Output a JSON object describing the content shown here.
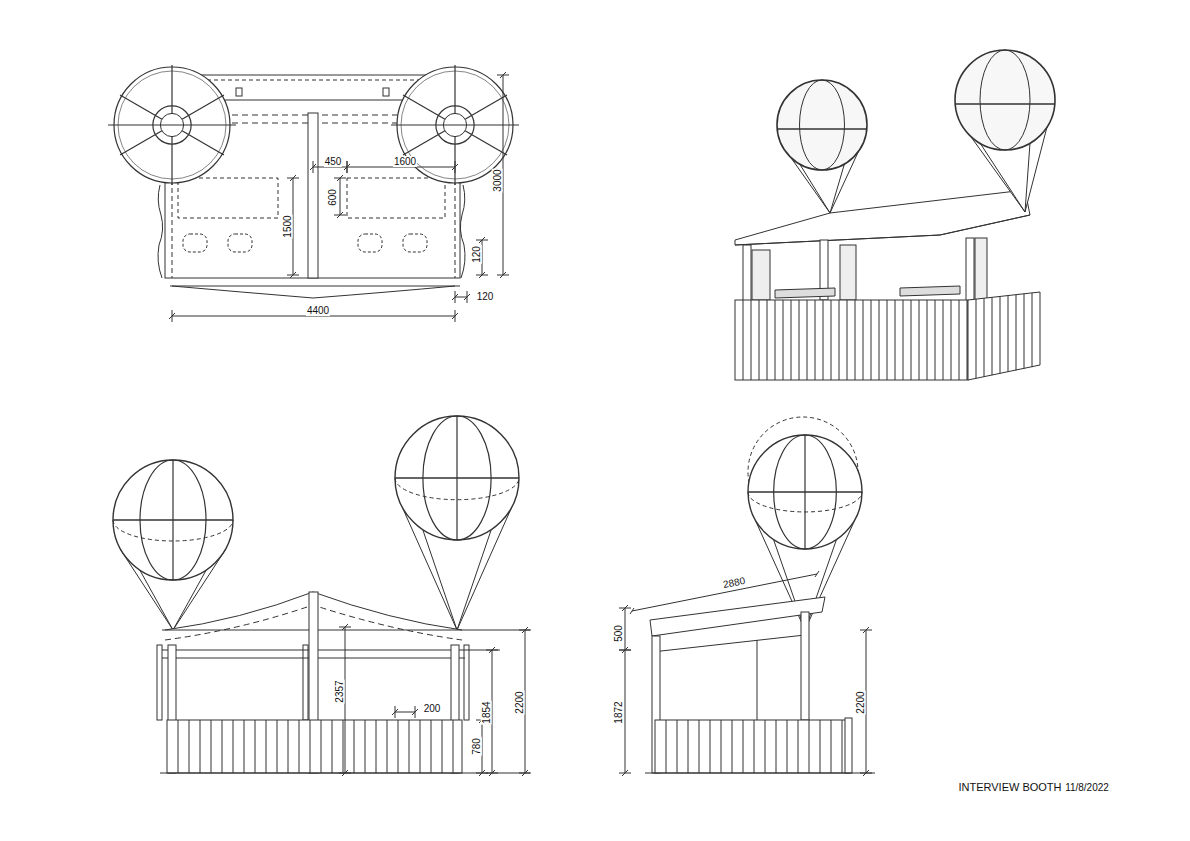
{
  "diagram": {
    "title": "INTERVIEW BOOTH",
    "labels": [
      "450",
      "1600",
      "600",
      "1500",
      "3000",
      "120",
      "120",
      "4400",
      "2357",
      "200",
      "1854",
      "780",
      "2200",
      "2880",
      "500",
      "1872",
      "2200",
      "11/8/2022"
    ]
  }
}
